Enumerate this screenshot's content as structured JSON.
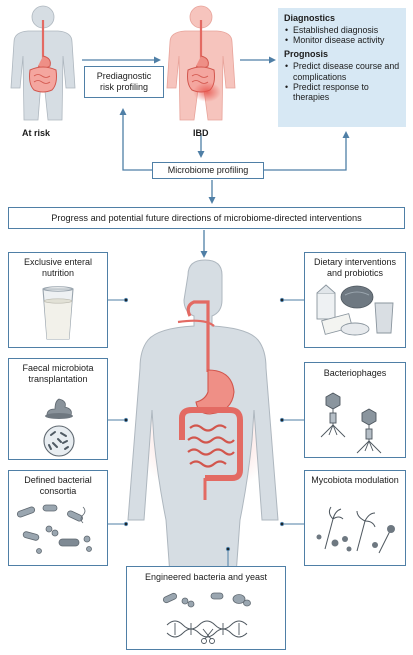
{
  "top": {
    "at_risk_label": "At risk",
    "ibd_label": "IBD",
    "prediagnostic_label": "Prediagnostic risk profiling",
    "microbiome_label": "Microbiome profiling"
  },
  "panel": {
    "diagnostics_heading": "Diagnostics",
    "diagnostics_items": [
      "Established diagnosis",
      "Monitor disease activity"
    ],
    "prognosis_heading": "Prognosis",
    "prognosis_items": [
      "Predict disease course and complications",
      "Predict response to therapies"
    ]
  },
  "banner": "Progress and potential future directions of microbiome-directed interventions",
  "interventions": {
    "een": "Exclusive enteral nutrition",
    "fmt": "Faecal microbiota transplantation",
    "consortia": "Defined bacterial consortia",
    "dietary": "Dietary interventions and probiotics",
    "phages": "Bacteriophages",
    "mycobiota": "Mycobiota modulation",
    "engineered": "Engineered bacteria and yeast"
  },
  "colors": {
    "accent_blue": "#4f7fa6",
    "panel_fill": "#d7e8f4",
    "body_grey": "#d6dde3",
    "gut_red": "#e36a63",
    "ibd_body": "#f6c4bd"
  }
}
